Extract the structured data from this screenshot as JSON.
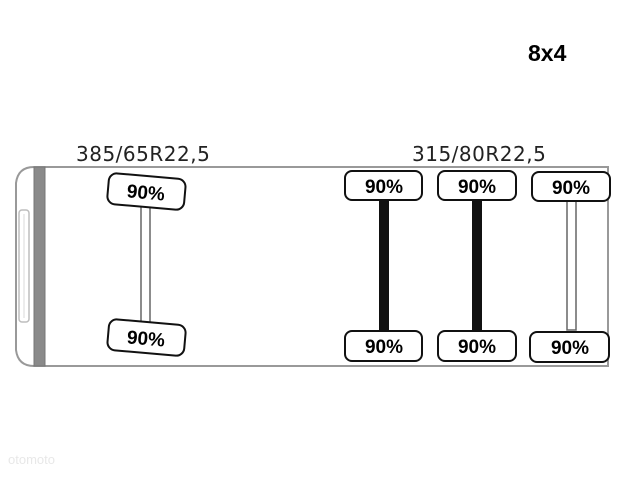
{
  "configuration": "8x4",
  "front_axle_tire_size": "385/65R22,5",
  "rear_axle_tire_size": "315/80R22,5",
  "tires": [
    {
      "position": "front-left",
      "tread": "90%"
    },
    {
      "position": "front-right",
      "tread": "90%"
    },
    {
      "position": "rear-1-left",
      "tread": "90%"
    },
    {
      "position": "rear-1-right",
      "tread": "90%"
    },
    {
      "position": "rear-2-left",
      "tread": "90%"
    },
    {
      "position": "rear-2-right",
      "tread": "90%"
    },
    {
      "position": "rear-3-left",
      "tread": "90%"
    },
    {
      "position": "rear-3-right",
      "tread": "90%"
    }
  ],
  "watermark": "otomoto"
}
